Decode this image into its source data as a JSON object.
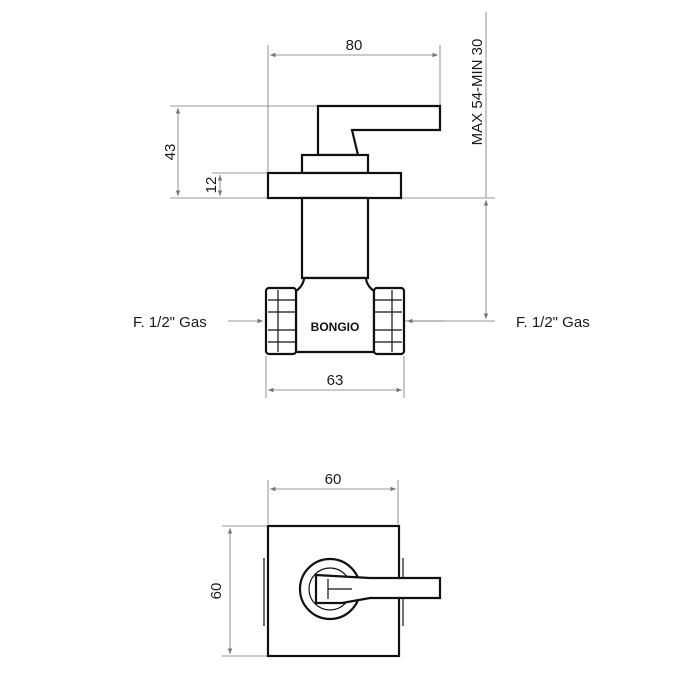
{
  "side_view": {
    "width_label": "80",
    "height_label": "43",
    "flange_label": "12",
    "depth_label": "MAX 54-MIN 30",
    "body_width_label": "63",
    "left_connection": "F. 1/2\" Gas",
    "right_connection": "F. 1/2\" Gas",
    "brand": "BONGIO"
  },
  "front_view": {
    "width_label": "60",
    "height_label": "60"
  }
}
